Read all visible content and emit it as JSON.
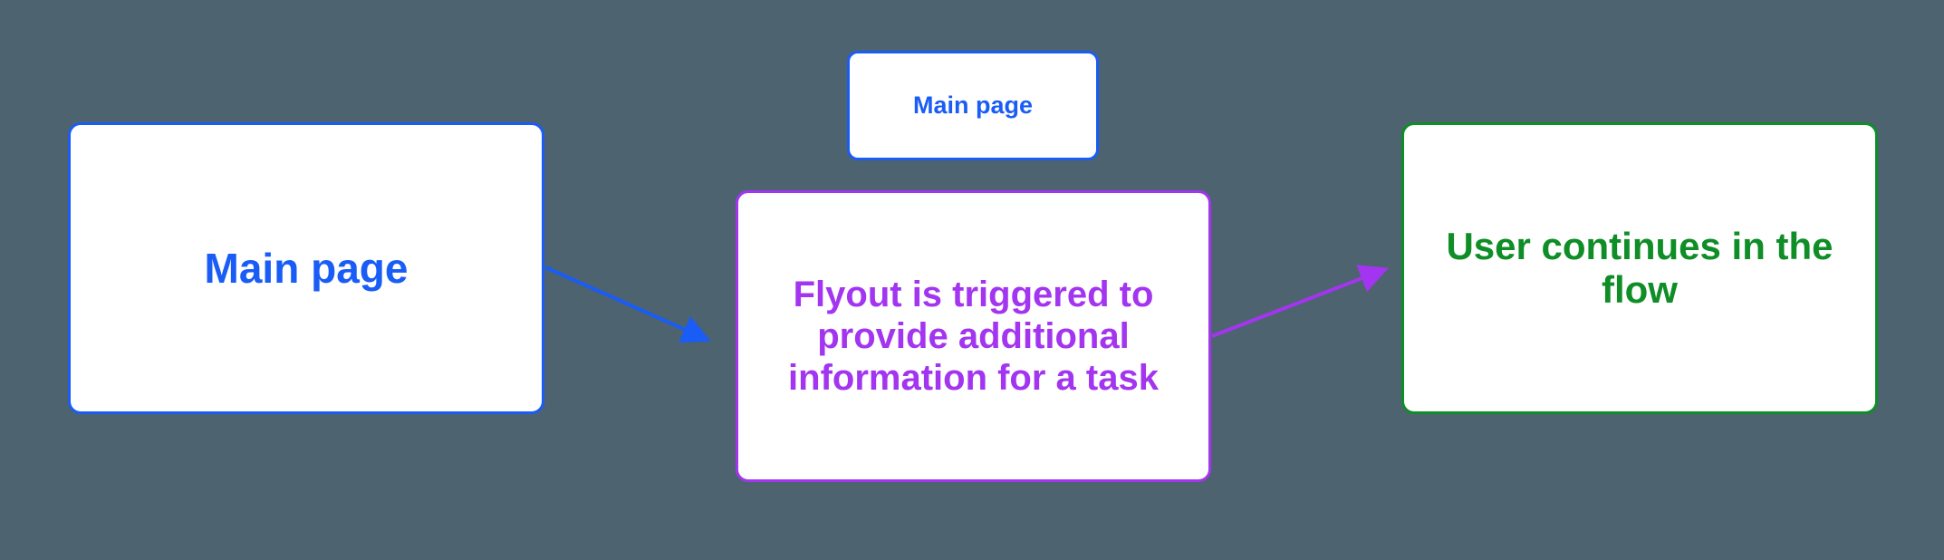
{
  "colors": {
    "background": "#4D636F",
    "blue": "#1A5CF6",
    "purple": "#A335F0",
    "green": "#0F8D26",
    "box_fill": "#FFFFFF"
  },
  "diagram": {
    "nodes": {
      "main": {
        "label": "Main page"
      },
      "main_small": {
        "label": "Main page"
      },
      "flyout": {
        "label": "Flyout is triggered to\nprovide additional\ninformation for a task"
      },
      "continue": {
        "label": "User continues in the flow"
      }
    },
    "connectors": [
      {
        "name": "main-to-flyout",
        "color": "blue"
      },
      {
        "name": "flyout-to-continue",
        "color": "purple"
      }
    ]
  }
}
